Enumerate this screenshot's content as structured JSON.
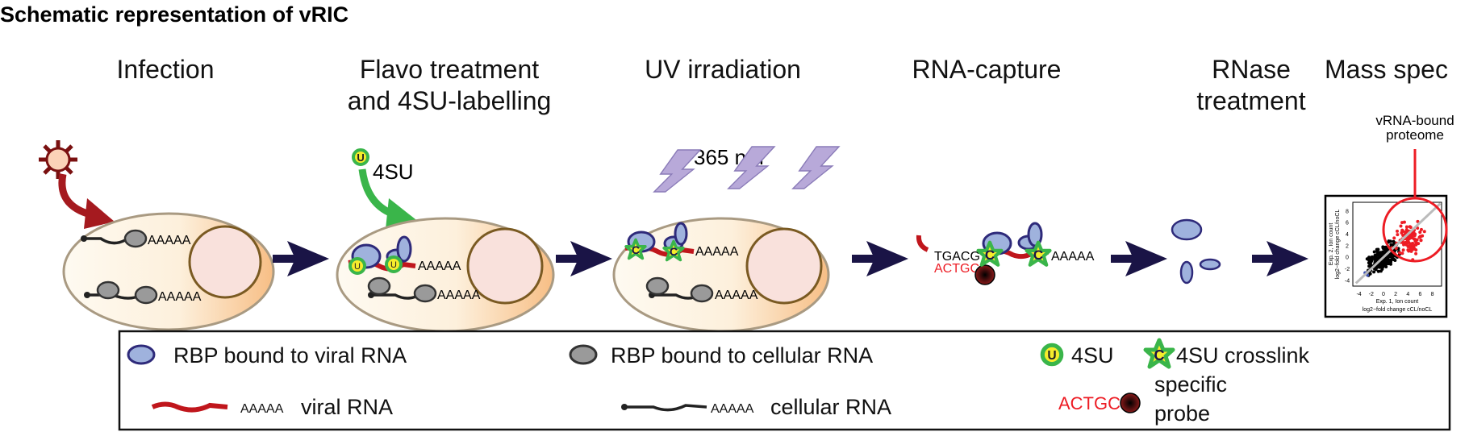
{
  "title": "Schematic representation of vRIC",
  "steps": [
    {
      "line1": "Infection",
      "line2": ""
    },
    {
      "line1": "Flavo treatment",
      "line2": "and 4SU-labelling"
    },
    {
      "line1": "UV irradiation",
      "line2": ""
    },
    {
      "line1": "RNA-capture",
      "line2": ""
    },
    {
      "line1": "RNase",
      "line2": "treatment"
    },
    {
      "line1": "Mass spec",
      "line2": ""
    }
  ],
  "labels": {
    "polyA": "AAAAA",
    "foursu": "4SU",
    "u": "U",
    "c": "C",
    "uv_wavelength": "365 nm",
    "probe_target": "TGACG",
    "probe_seq": "ACTGC",
    "vrna_bound_1": "vRNA-bound",
    "vrna_bound_2": "proteome"
  },
  "plot": {
    "xlabel1": "Exp. 1, Ion count",
    "xlabel2": "log2−fold change cCL/noCL",
    "ylabel1": "Exp. 2, Ion count",
    "ylabel2": "log2−fold change cCL/noCL",
    "xticks": [
      "-4",
      "-2",
      "0",
      "2",
      "4",
      "6",
      "8"
    ],
    "yticks": [
      "-4",
      "-2",
      "0",
      "2",
      "4",
      "6",
      "8"
    ]
  },
  "legend": {
    "rbp_viral": "RBP bound to viral RNA",
    "rbp_cellular": "RBP bound to cellular RNA",
    "foursu": "4SU",
    "crosslink": "4SU crosslink",
    "polyA": "AAAAA",
    "viral_rna": "viral RNA",
    "cellular_rna": "cellular RNA",
    "probe_seq": "ACTGC",
    "specific_probe_1": "specific",
    "specific_probe_2": "probe"
  },
  "colors": {
    "arrow": "#1a1446",
    "viral_rna": "#c0161c",
    "rbp_viral": "#9fb2dd",
    "rbp_cellular": "#9a9a9a",
    "foursu": "#3ab54a",
    "probe_text": "#ed1c24",
    "uv": "#b8a9d9"
  }
}
